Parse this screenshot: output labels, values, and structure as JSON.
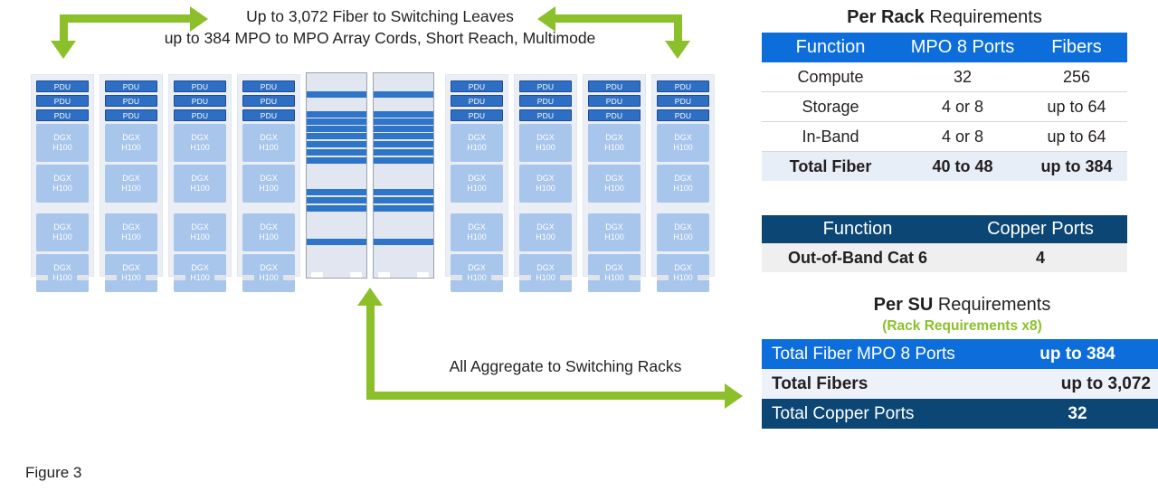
{
  "figure": {
    "label": "Figure 3"
  },
  "annotations": {
    "top_line1": "Up to 3,072 Fiber to Switching Leaves",
    "top_line2": "up to 384 MPO to MPO Array Cords, Short Reach, Multimode",
    "bottom": "All Aggregate to Switching Racks",
    "accent_green": "#8CC02A"
  },
  "diagram": {
    "compute_rack": {
      "pdu_label": "PDU",
      "pdu_count": 3,
      "node_label_line1": "DGX",
      "node_label_line2": "H100",
      "node_count": 4
    },
    "left_rack_count": 4,
    "right_rack_count": 4,
    "switching_rack_count": 2,
    "colors": {
      "pdu": "#2E6FC4",
      "node": "#A8C5EC",
      "rack_body": "#E9EDF4",
      "switch_bar": "#2E74C8"
    }
  },
  "tables": {
    "per_rack": {
      "title_bold": "Per Rack",
      "title_rest": " Requirements",
      "headers": [
        "Function",
        "MPO 8 Ports",
        "Fibers"
      ],
      "rows": [
        {
          "function": "Compute",
          "mpo8": "32",
          "fibers": "256"
        },
        {
          "function": "Storage",
          "mpo8": "4 or 8",
          "fibers": "up to 64"
        },
        {
          "function": "In-Band",
          "mpo8": "4 or 8",
          "fibers": "up to 64"
        }
      ],
      "total": {
        "function": "Total Fiber",
        "mpo8": "40 to 48",
        "fibers": "up to 384"
      }
    },
    "copper": {
      "headers": [
        "Function",
        "Copper Ports"
      ],
      "rows": [
        {
          "function": "Out-of-Band Cat 6",
          "ports": "4"
        }
      ]
    },
    "per_su": {
      "title_bold": "Per SU",
      "title_rest": " Requirements",
      "subtitle": "(Rack Requirements x8)",
      "rows": [
        {
          "label": "Total Fiber MPO 8 Ports",
          "value": "up to 384"
        },
        {
          "label": "Total Fibers",
          "value": "up to 3,072"
        },
        {
          "label": "Total Copper Ports",
          "value": "32"
        }
      ]
    }
  }
}
